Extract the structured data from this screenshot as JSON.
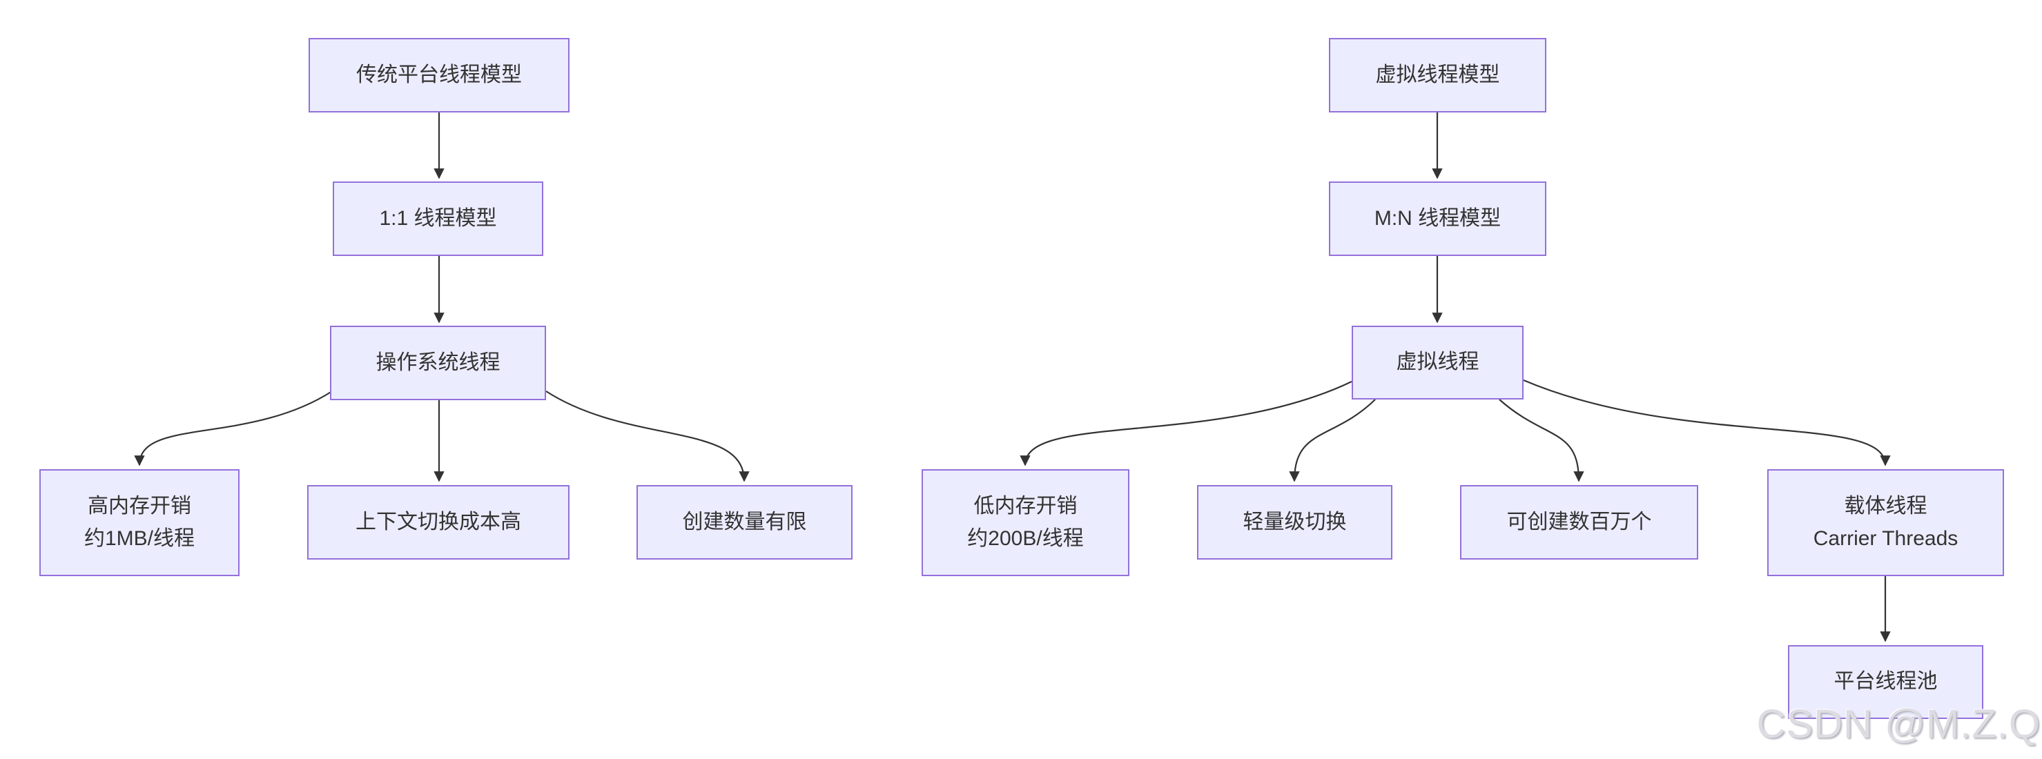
{
  "diagram": {
    "type": "flowchart",
    "direction": "top-down",
    "nodes": {
      "traditional_model": {
        "label": "传统平台线程模型"
      },
      "one_to_one_model": {
        "label": "1:1 线程模型"
      },
      "os_threads": {
        "label": "操作系统线程"
      },
      "high_memory": {
        "line1": "高内存开销",
        "line2": "约1MB/线程"
      },
      "context_switch": {
        "label": "上下文切换成本高"
      },
      "limited_creation": {
        "label": "创建数量有限"
      },
      "virtual_model": {
        "label": "虚拟线程模型"
      },
      "mn_model": {
        "label": "M:N 线程模型"
      },
      "virtual_threads": {
        "label": "虚拟线程"
      },
      "low_memory": {
        "line1": "低内存开销",
        "line2": "约200B/线程"
      },
      "lightweight_switch": {
        "label": "轻量级切换"
      },
      "millions_creatable": {
        "label": "可创建数百万个"
      },
      "carrier_threads": {
        "line1": "载体线程",
        "line2": "Carrier Threads"
      },
      "platform_pool": {
        "label": "平台线程池"
      }
    },
    "edges": [
      {
        "from": "traditional_model",
        "to": "one_to_one_model"
      },
      {
        "from": "one_to_one_model",
        "to": "os_threads"
      },
      {
        "from": "os_threads",
        "to": "high_memory"
      },
      {
        "from": "os_threads",
        "to": "context_switch"
      },
      {
        "from": "os_threads",
        "to": "limited_creation"
      },
      {
        "from": "virtual_model",
        "to": "mn_model"
      },
      {
        "from": "mn_model",
        "to": "virtual_threads"
      },
      {
        "from": "virtual_threads",
        "to": "low_memory"
      },
      {
        "from": "virtual_threads",
        "to": "lightweight_switch"
      },
      {
        "from": "virtual_threads",
        "to": "millions_creatable"
      },
      {
        "from": "virtual_threads",
        "to": "carrier_threads"
      },
      {
        "from": "carrier_threads",
        "to": "platform_pool"
      }
    ]
  },
  "watermark": {
    "text": "CSDN @M.Z.Q"
  },
  "colors": {
    "node_fill": "#ECECFF",
    "node_border": "#9370DB",
    "edge": "#333333",
    "text": "#333333",
    "watermark": "#dcdce2"
  }
}
